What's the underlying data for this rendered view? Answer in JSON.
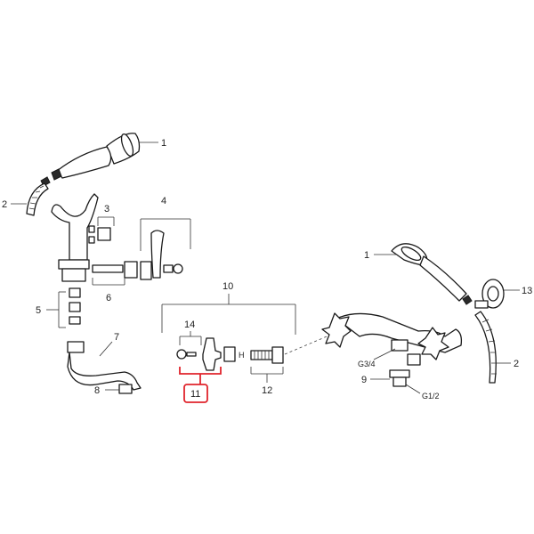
{
  "callouts": {
    "c1a": "1",
    "c2a": "2",
    "c3": "3",
    "c4": "4",
    "c5": "5",
    "c6": "6",
    "c7": "7",
    "c8": "8",
    "c10": "10",
    "c11": "11",
    "c12": "12",
    "c14": "14",
    "c1b": "1",
    "c13": "13",
    "c2b": "2",
    "c9": "9",
    "g34": "G3/4",
    "g12": "G1/2"
  },
  "colors": {
    "highlight": "#e0242c",
    "ink": "#1a1a1a"
  }
}
